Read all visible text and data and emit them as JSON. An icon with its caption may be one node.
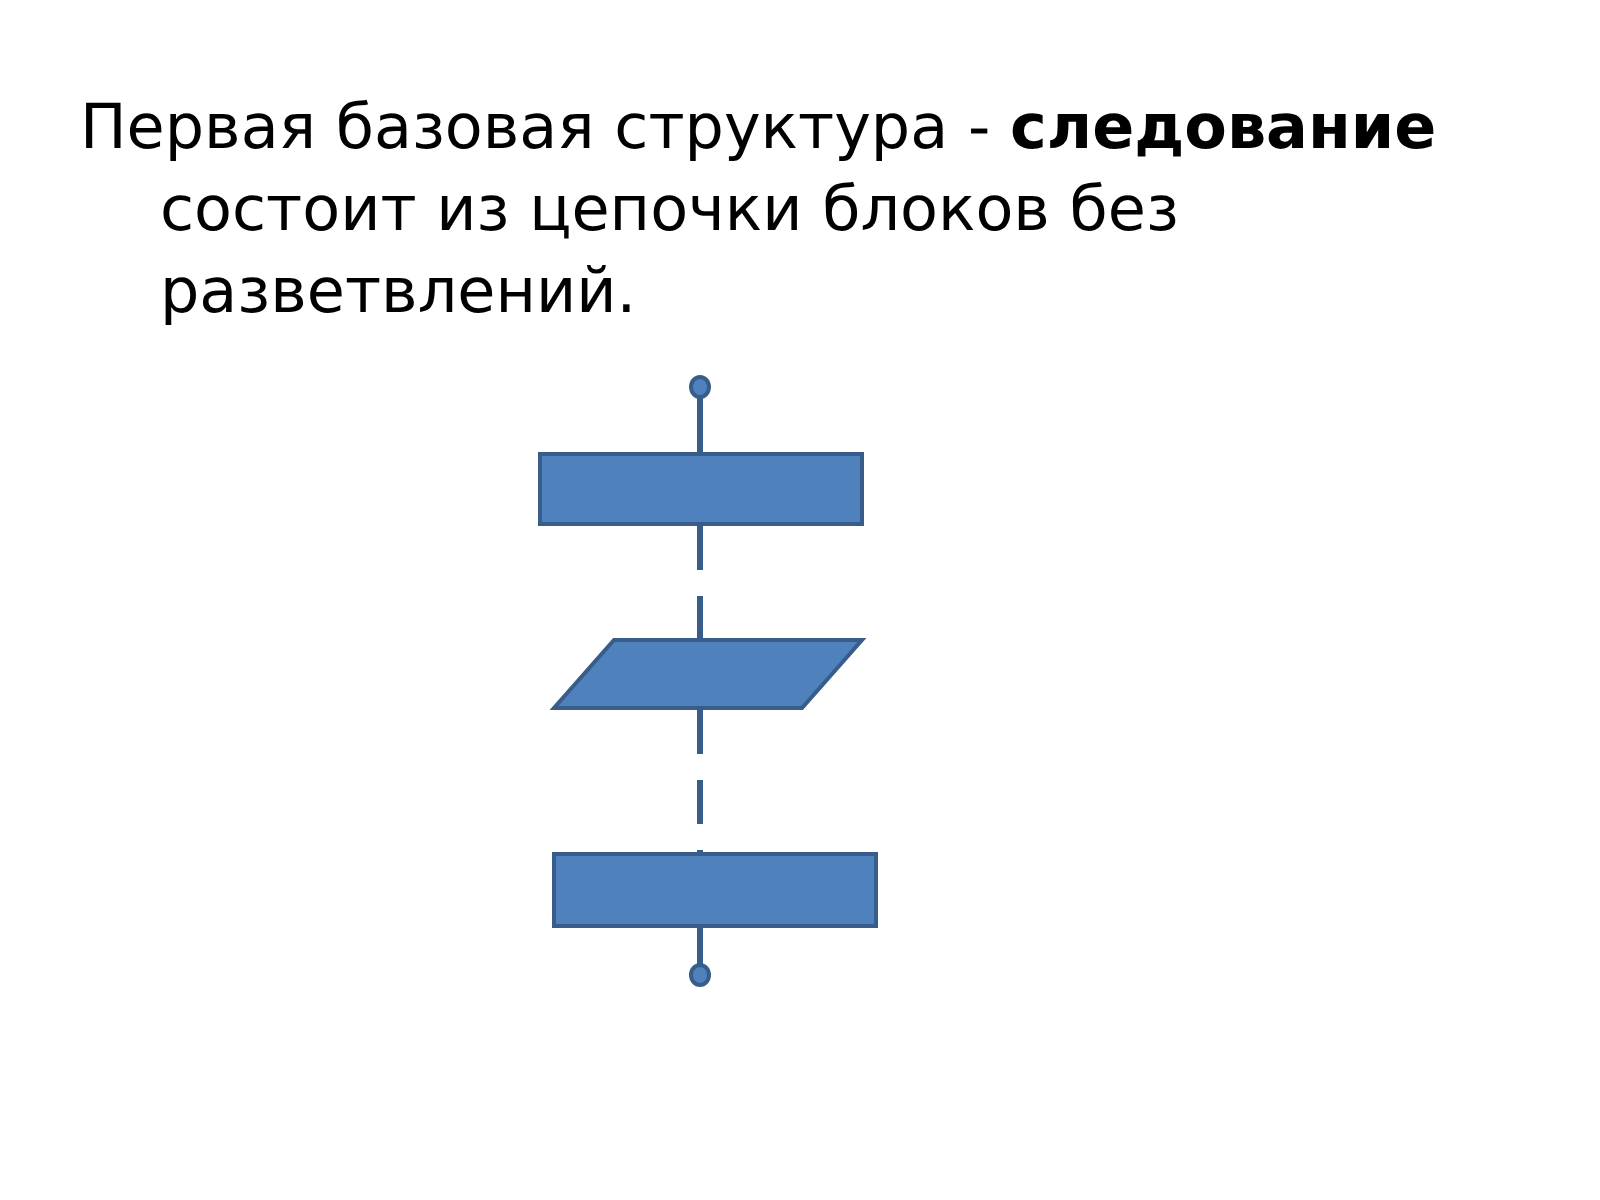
{
  "diagram": {
    "title": "Первая базовая структура - **следование** состоит из цепочки блоков без разветвлений.",
    "nodes": [
      {
        "text": [],
        "shape": "circle"
      },
      {
        "text": [],
        "shape": "box"
      },
      {
        "text": [],
        "shape": "parallelogram"
      },
      {
        "text": [],
        "shape": "box"
      },
      {
        "text": [],
        "shape": "circle"
      }
    ],
    "edges": [
      {
        "from": 0,
        "to": 1,
        "arrow": "none"
      },
      {
        "from": 1,
        "to": 2,
        "arrow": "none",
        "style": "dashed"
      },
      {
        "from": 2,
        "to": 3,
        "arrow": "none",
        "style": "dashed"
      },
      {
        "from": 3,
        "to": 4,
        "arrow": "none"
      }
    ]
  }
}
